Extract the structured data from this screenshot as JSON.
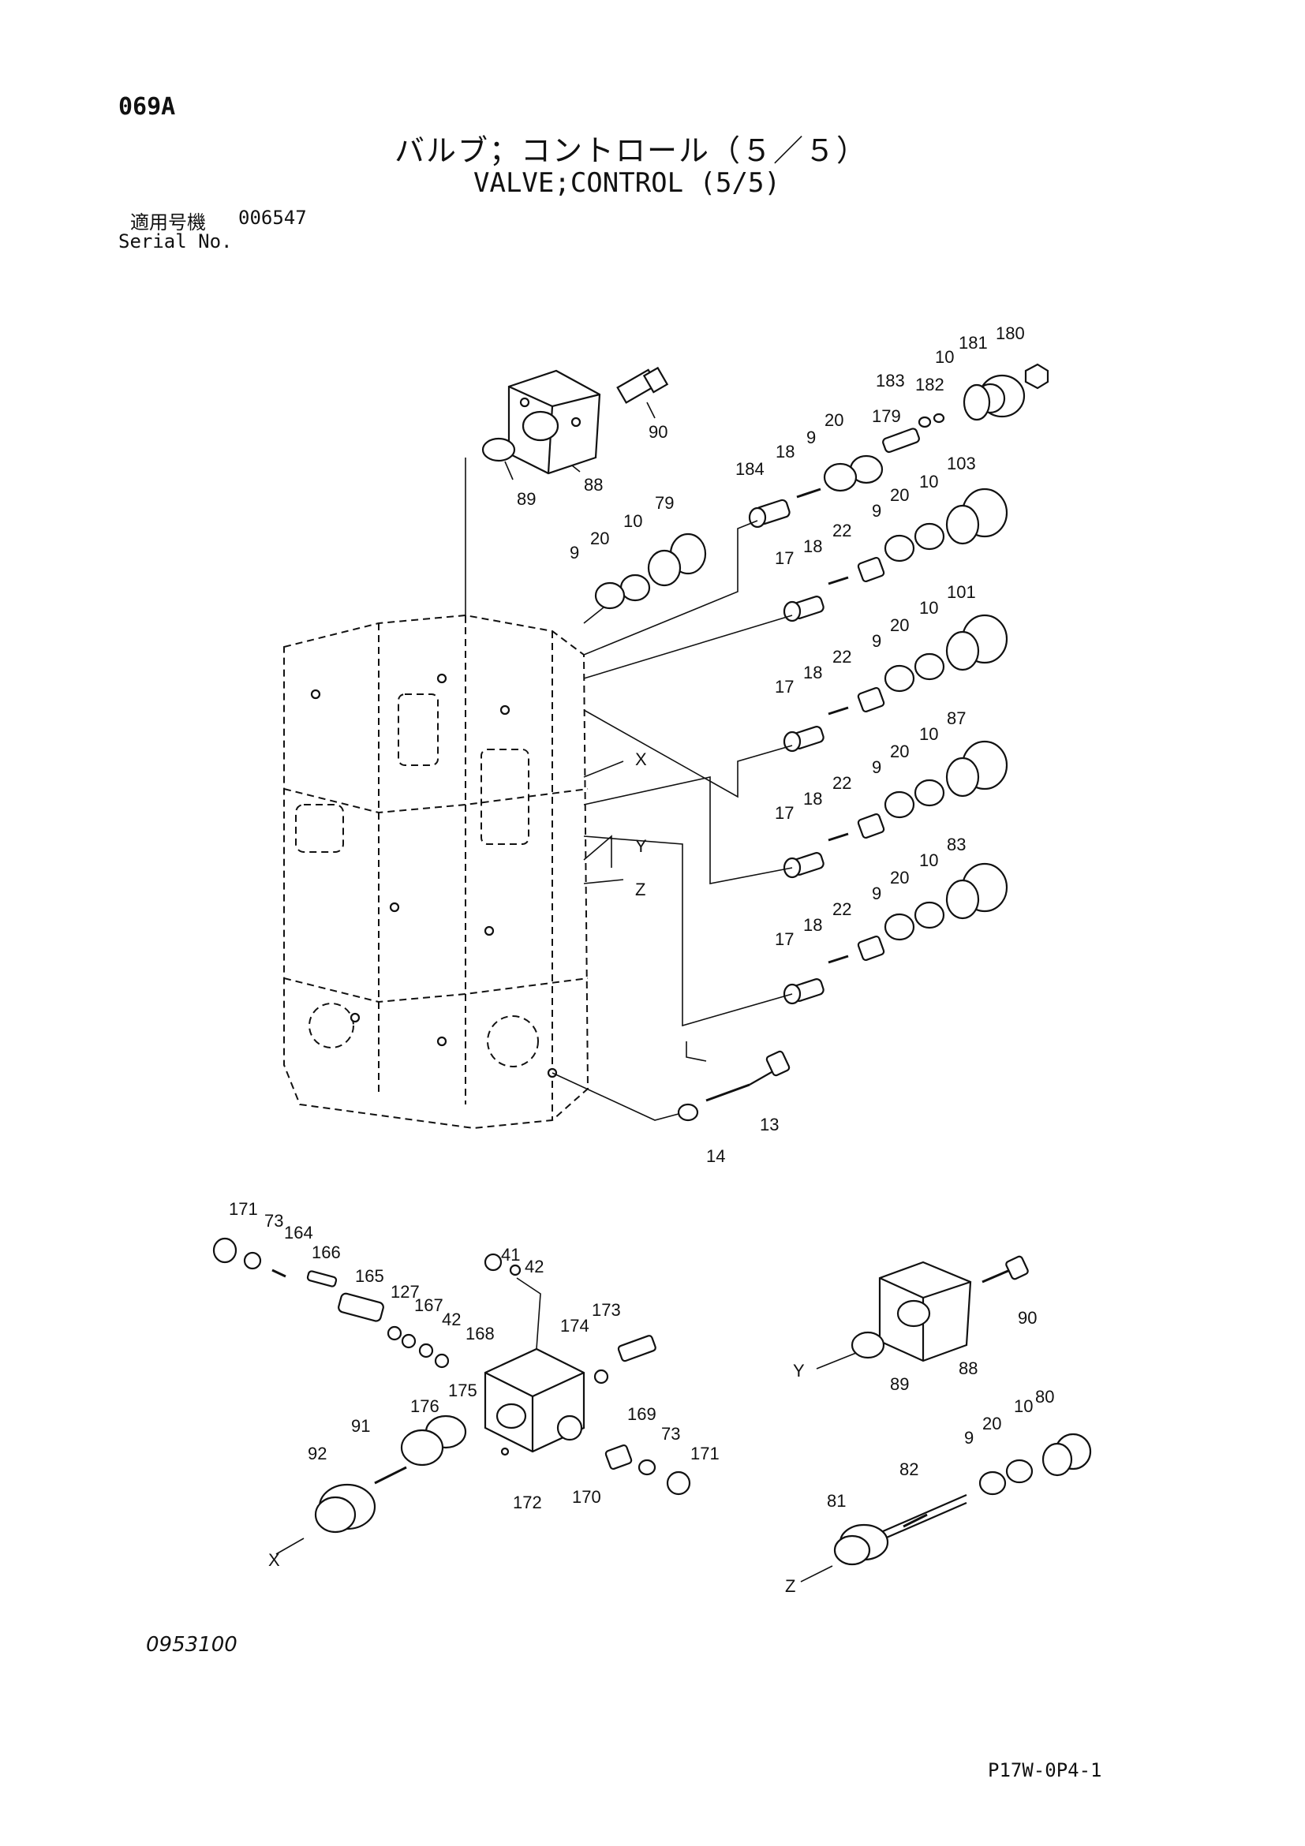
{
  "header": {
    "page_code": "069A",
    "title_jp": "バルブ；コントロール（５／５）",
    "title_en": "VALVE;CONTROL (5/5)",
    "serial_label_jp": "適用号機",
    "serial_value": "006547",
    "serial_label_en": "Serial No."
  },
  "footer": {
    "doc_number": "0953100",
    "page_ref": "P17W-0P4-1"
  },
  "callouts": {
    "p90a": "90",
    "p88a": "88",
    "p89a": "89",
    "p180": "180",
    "p181": "181",
    "p10a": "10",
    "p183": "183",
    "p182": "182",
    "p184": "184",
    "p18a": "18",
    "p9a": "9",
    "p20a": "20",
    "p179": "179",
    "p79": "79",
    "p10b": "10",
    "p9b": "9",
    "p20b": "20",
    "p103": "103",
    "p10c": "10",
    "p20c": "20",
    "p9c": "9",
    "p22a": "22",
    "p18b": "18",
    "p17a": "17",
    "p101": "101",
    "p10d": "10",
    "p20d": "20",
    "p9d": "9",
    "p22b": "22",
    "p18c": "18",
    "p17b": "17",
    "p87": "87",
    "p10e": "10",
    "p20e": "20",
    "p9e": "9",
    "p22c": "22",
    "p18d": "18",
    "p17c": "17",
    "p83": "83",
    "p10f": "10",
    "p20f": "20",
    "p9f": "9",
    "p22d": "22",
    "p18e": "18",
    "p17d": "17",
    "xa": "X",
    "ya": "Y",
    "za": "Z",
    "p13": "13",
    "p14": "14",
    "p171a": "171",
    "p73a": "73",
    "p164": "164",
    "p166": "166",
    "p165": "165",
    "p127": "127",
    "p167": "167",
    "p42a": "42",
    "p168": "168",
    "p41": "41",
    "p42b": "42",
    "p173": "173",
    "p174": "174",
    "p175": "175",
    "p176": "176",
    "p91": "91",
    "p92": "92",
    "p169": "169",
    "p73b": "73",
    "p171b": "171",
    "p172": "172",
    "p170": "170",
    "xb": "X",
    "p90b": "90",
    "p88b": "88",
    "p89b": "89",
    "yb": "Y",
    "p80": "80",
    "p10g": "10",
    "p20g": "20",
    "p9g": "9",
    "p82": "82",
    "p81": "81",
    "zb": "Z"
  }
}
